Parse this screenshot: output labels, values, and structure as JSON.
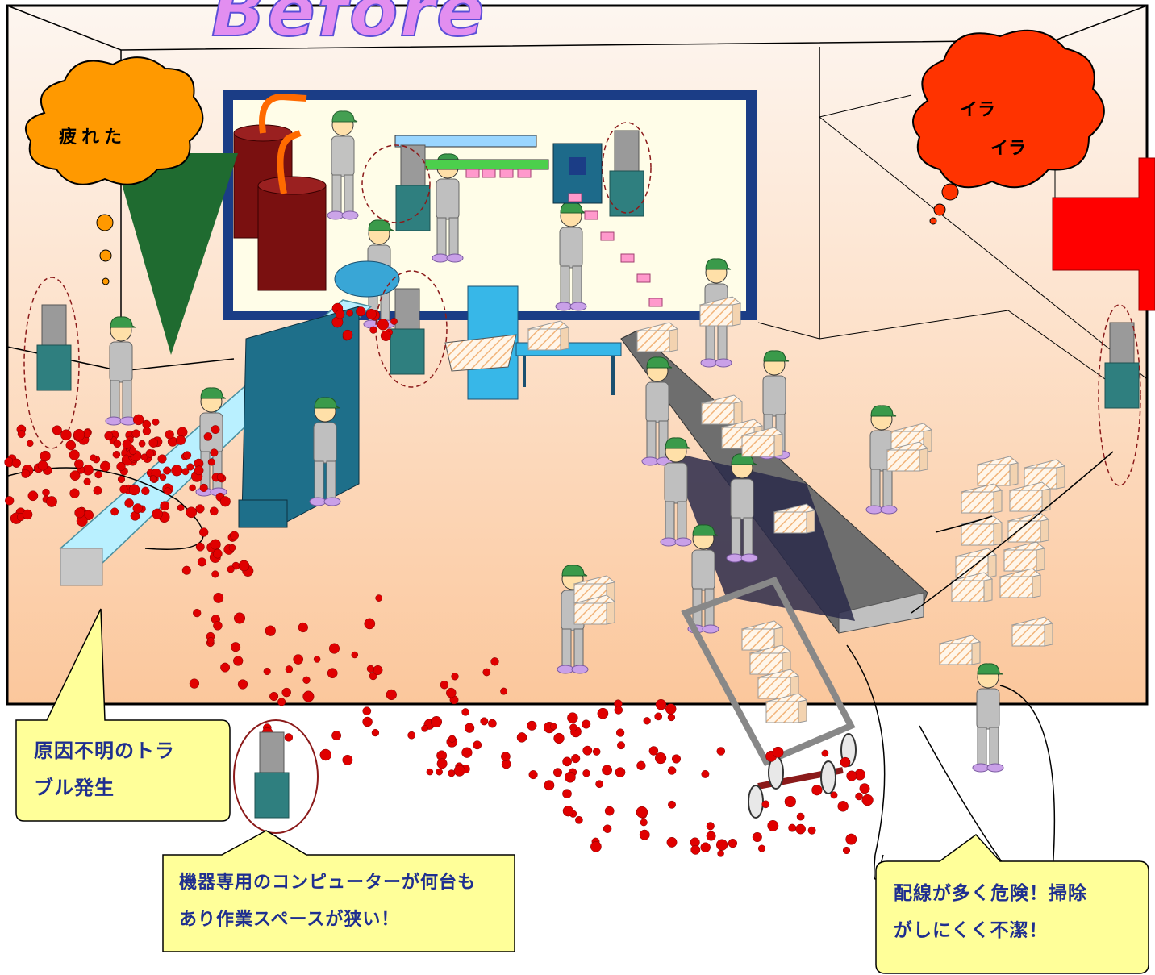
{
  "title": "Before",
  "thoughts": {
    "tired": "疲れた",
    "irritated_line1": "イラ",
    "irritated_line2": "イラ"
  },
  "callouts": {
    "trouble_line1": "原因不明のトラ",
    "trouble_line2": "ブル発生",
    "computers_line1": "機器専用のコンピューターが何台も",
    "computers_line2": "あり作業スペースが狭い！",
    "wiring_line1": "配線が多く危険！掃除",
    "wiring_line2": "がしにくく不潔！"
  },
  "colors": {
    "callout_fill": "#ffff99",
    "callout_text": "#1f2f8f",
    "tired_cloud": "#ff9900",
    "irritated_cloud": "#ff3300",
    "arrow": "#ff0000",
    "floor_top": "#fdf3ea",
    "floor_bottom": "#fbc79c",
    "computer": "#2f7f7f",
    "worker": "#bfbfbf",
    "cap": "#3a9a4a"
  }
}
